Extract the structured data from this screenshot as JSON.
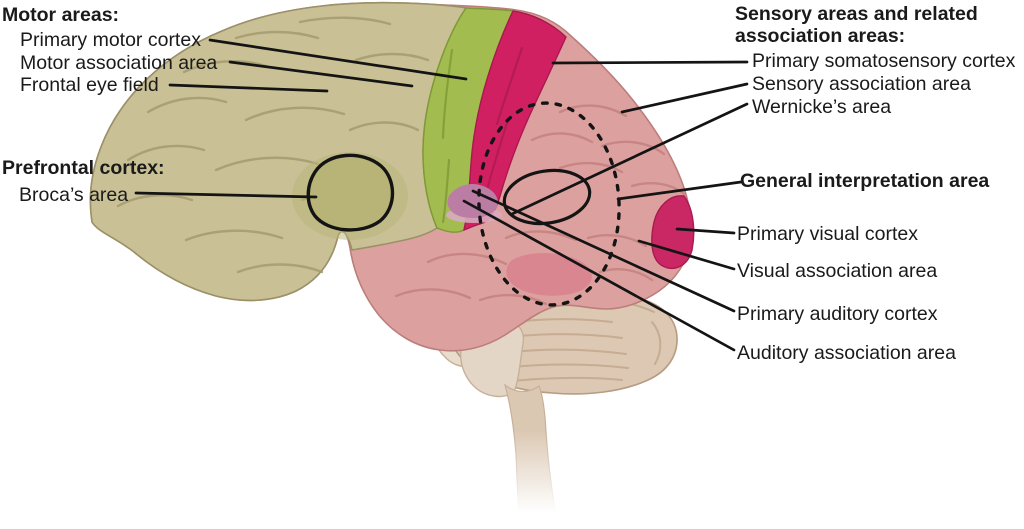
{
  "figure": {
    "type": "anatomical-diagram",
    "subject": "Lateral view of the brain with functional cortical areas"
  },
  "left_labels": {
    "motor_header": "Motor areas:",
    "primary_motor_cortex": "Primary motor cortex",
    "motor_association_area": "Motor association area",
    "frontal_eye_field": "Frontal eye field",
    "prefrontal_header": "Prefrontal cortex:",
    "brocas_area": "Broca’s area"
  },
  "right_labels": {
    "sensory_header": "Sensory areas and related association areas:",
    "primary_somatosensory_cortex": "Primary somatosensory cortex",
    "sensory_association_area": "Sensory association area",
    "wernickes_area": "Wernicke’s area",
    "general_interpretation_area": "General interpretation area",
    "primary_visual_cortex": "Primary visual cortex",
    "visual_association_area": "Visual association area",
    "primary_auditory_cortex": "Primary auditory cortex",
    "auditory_association_area": "Auditory association area"
  },
  "colors": {
    "frontal_tan": "#c9c095",
    "frontal_tan_sulci": "#a59b70",
    "brocas_olive": "#b8b478",
    "motor_green": "#a2bc50",
    "motor_green_sulci": "#809c36",
    "somatosensory_crimson": "#d02061",
    "somatosensory_sulci": "#a91a4e",
    "cortex_pink": "#dca19f",
    "cortex_pink_sulci": "#c4817f",
    "visual_crimson": "#ca2765",
    "auditory_purple": "#bc7da4",
    "auditory_lavender": "#d7abbe",
    "auditory_rose": "#d9838e",
    "cerebellum_beige": "#dcc8b3",
    "cerebellum_folia": "#c3aa90",
    "brainstem_beige": "#dbc8b3",
    "pons_light": "#e4d6c6",
    "annotation_black": "#141414"
  }
}
